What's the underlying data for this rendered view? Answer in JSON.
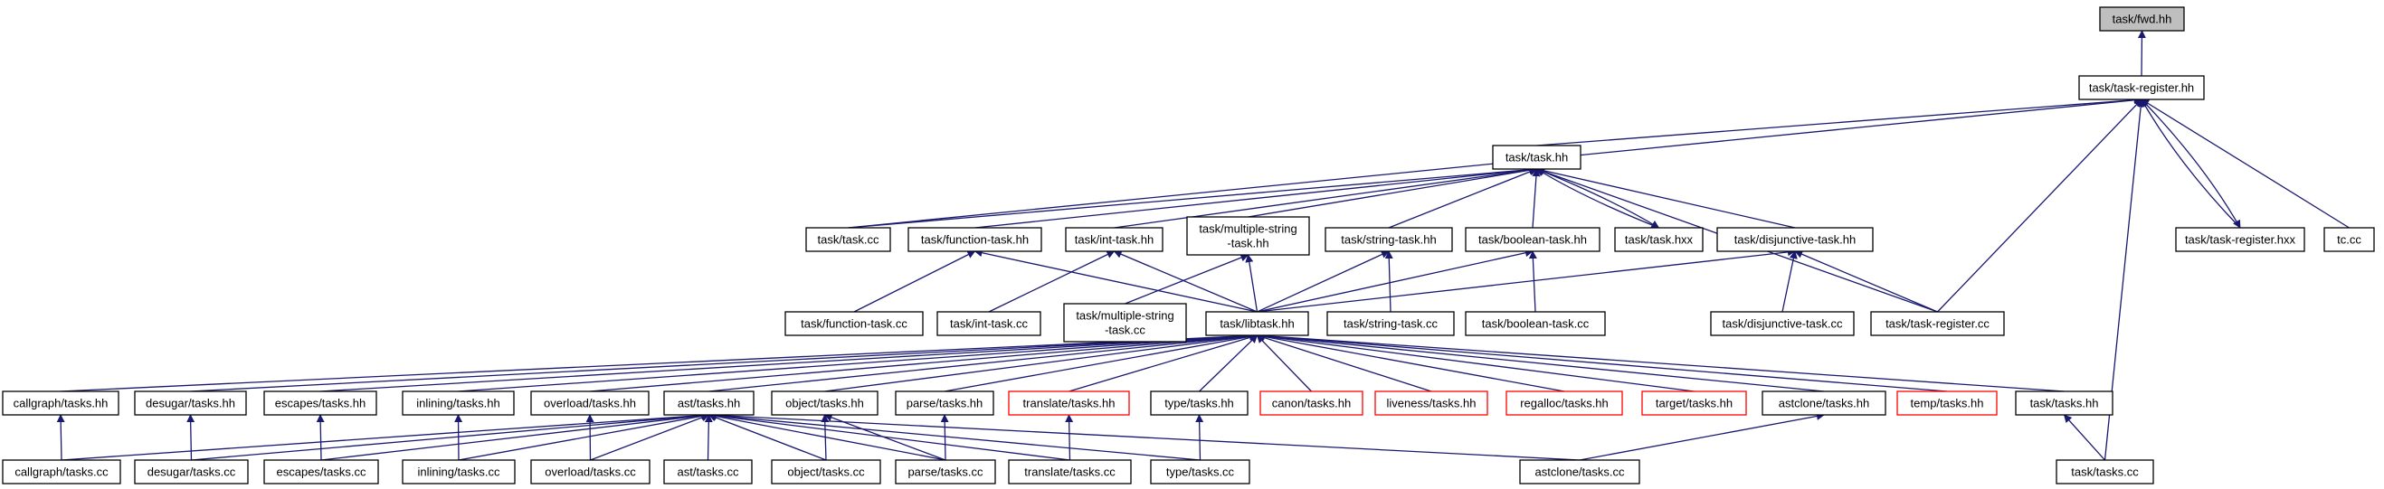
{
  "diagram": {
    "type": "include-dependency-graph",
    "edge_color": "#191970",
    "node_border": "#000000",
    "missing_node_border": "#ff0000",
    "root_fill": "#bfbfbf",
    "nodes": {
      "fwd": {
        "label": "task/fwd.hh"
      },
      "register_hh": {
        "label": "task/task-register.hh"
      },
      "task_hh": {
        "label": "task/task.hh"
      },
      "register_hxx": {
        "label": "task/task-register.hxx"
      },
      "tc": {
        "label": "tc.cc"
      },
      "task_cc": {
        "label": "task/task.cc"
      },
      "function_hh": {
        "label": "task/function-task.hh"
      },
      "int_hh": {
        "label": "task/int-task.hh"
      },
      "multi_hh": {
        "label": [
          "task/multiple-string",
          "-task.hh"
        ]
      },
      "string_hh": {
        "label": "task/string-task.hh"
      },
      "boolean_hh": {
        "label": "task/boolean-task.hh"
      },
      "task_hxx": {
        "label": "task/task.hxx"
      },
      "disj_hh": {
        "label": "task/disjunctive-task.hh"
      },
      "function_cc": {
        "label": "task/function-task.cc"
      },
      "int_cc": {
        "label": "task/int-task.cc"
      },
      "multi_cc": {
        "label": [
          "task/multiple-string",
          "-task.cc"
        ]
      },
      "libtask": {
        "label": "task/libtask.hh"
      },
      "string_cc": {
        "label": "task/string-task.cc"
      },
      "boolean_cc": {
        "label": "task/boolean-task.cc"
      },
      "disj_cc": {
        "label": "task/disjunctive-task.cc"
      },
      "register_cc": {
        "label": "task/task-register.cc"
      },
      "callgraph_hh": {
        "label": "callgraph/tasks.hh"
      },
      "desugar_hh": {
        "label": "desugar/tasks.hh"
      },
      "escapes_hh": {
        "label": "escapes/tasks.hh"
      },
      "inlining_hh": {
        "label": "inlining/tasks.hh"
      },
      "overload_hh": {
        "label": "overload/tasks.hh"
      },
      "ast_hh": {
        "label": "ast/tasks.hh"
      },
      "object_hh": {
        "label": "object/tasks.hh"
      },
      "parse_hh": {
        "label": "parse/tasks.hh"
      },
      "translate_hh": {
        "label": "translate/tasks.hh"
      },
      "type_hh": {
        "label": "type/tasks.hh"
      },
      "canon_hh": {
        "label": "canon/tasks.hh"
      },
      "liveness_hh": {
        "label": "liveness/tasks.hh"
      },
      "regalloc_hh": {
        "label": "regalloc/tasks.hh"
      },
      "target_hh": {
        "label": "target/tasks.hh"
      },
      "astclone_hh": {
        "label": "astclone/tasks.hh"
      },
      "temp_hh": {
        "label": "temp/tasks.hh"
      },
      "tasktasks_hh": {
        "label": "task/tasks.hh"
      },
      "callgraph_cc": {
        "label": "callgraph/tasks.cc"
      },
      "desugar_cc": {
        "label": "desugar/tasks.cc"
      },
      "escapes_cc": {
        "label": "escapes/tasks.cc"
      },
      "inlining_cc": {
        "label": "inlining/tasks.cc"
      },
      "overload_cc": {
        "label": "overload/tasks.cc"
      },
      "ast_cc": {
        "label": "ast/tasks.cc"
      },
      "object_cc": {
        "label": "object/tasks.cc"
      },
      "parse_cc": {
        "label": "parse/tasks.cc"
      },
      "translate_cc": {
        "label": "translate/tasks.cc"
      },
      "type_cc": {
        "label": "type/tasks.cc"
      },
      "astclone_cc": {
        "label": "astclone/tasks.cc"
      },
      "tasktasks_cc": {
        "label": "task/tasks.cc"
      }
    },
    "missing_nodes": [
      "translate_hh",
      "canon_hh",
      "liveness_hh",
      "regalloc_hh",
      "target_hh",
      "temp_hh"
    ],
    "root": "fwd",
    "edges": [
      [
        "register_hh",
        "fwd"
      ],
      [
        "task_hh",
        "register_hh"
      ],
      [
        "register_hxx",
        "register_hh"
      ],
      [
        "register_hh",
        "register_hxx"
      ],
      [
        "tc",
        "register_hh"
      ],
      [
        "task_cc",
        "register_hh"
      ],
      [
        "register_cc",
        "register_hh"
      ],
      [
        "tasktasks_cc",
        "register_hh"
      ],
      [
        "task_cc",
        "task_hh"
      ],
      [
        "function_hh",
        "task_hh"
      ],
      [
        "int_hh",
        "task_hh"
      ],
      [
        "multi_hh",
        "task_hh"
      ],
      [
        "string_hh",
        "task_hh"
      ],
      [
        "boolean_hh",
        "task_hh"
      ],
      [
        "task_hxx",
        "task_hh"
      ],
      [
        "task_hh",
        "task_hxx"
      ],
      [
        "disj_hh",
        "task_hh"
      ],
      [
        "register_cc",
        "task_hh"
      ],
      [
        "function_cc",
        "function_hh"
      ],
      [
        "int_cc",
        "int_hh"
      ],
      [
        "multi_cc",
        "multi_hh"
      ],
      [
        "string_cc",
        "string_hh"
      ],
      [
        "boolean_cc",
        "boolean_hh"
      ],
      [
        "disj_cc",
        "disj_hh"
      ],
      [
        "register_cc",
        "disj_hh"
      ],
      [
        "libtask",
        "function_hh"
      ],
      [
        "libtask",
        "int_hh"
      ],
      [
        "libtask",
        "multi_hh"
      ],
      [
        "libtask",
        "string_hh"
      ],
      [
        "libtask",
        "boolean_hh"
      ],
      [
        "libtask",
        "disj_hh"
      ],
      [
        "callgraph_hh",
        "libtask"
      ],
      [
        "desugar_hh",
        "libtask"
      ],
      [
        "escapes_hh",
        "libtask"
      ],
      [
        "inlining_hh",
        "libtask"
      ],
      [
        "overload_hh",
        "libtask"
      ],
      [
        "ast_hh",
        "libtask"
      ],
      [
        "object_hh",
        "libtask"
      ],
      [
        "parse_hh",
        "libtask"
      ],
      [
        "translate_hh",
        "libtask"
      ],
      [
        "type_hh",
        "libtask"
      ],
      [
        "canon_hh",
        "libtask"
      ],
      [
        "liveness_hh",
        "libtask"
      ],
      [
        "regalloc_hh",
        "libtask"
      ],
      [
        "target_hh",
        "libtask"
      ],
      [
        "astclone_hh",
        "libtask"
      ],
      [
        "temp_hh",
        "libtask"
      ],
      [
        "tasktasks_hh",
        "libtask"
      ],
      [
        "callgraph_cc",
        "callgraph_hh"
      ],
      [
        "desugar_cc",
        "desugar_hh"
      ],
      [
        "escapes_cc",
        "escapes_hh"
      ],
      [
        "inlining_cc",
        "inlining_hh"
      ],
      [
        "overload_cc",
        "overload_hh"
      ],
      [
        "object_cc",
        "object_hh"
      ],
      [
        "parse_cc",
        "object_hh"
      ],
      [
        "parse_cc",
        "parse_hh"
      ],
      [
        "translate_cc",
        "translate_hh"
      ],
      [
        "type_cc",
        "type_hh"
      ],
      [
        "astclone_cc",
        "astclone_hh"
      ],
      [
        "tasktasks_cc",
        "tasktasks_hh"
      ],
      [
        "callgraph_cc",
        "ast_hh"
      ],
      [
        "desugar_cc",
        "ast_hh"
      ],
      [
        "escapes_cc",
        "ast_hh"
      ],
      [
        "inlining_cc",
        "ast_hh"
      ],
      [
        "overload_cc",
        "ast_hh"
      ],
      [
        "ast_cc",
        "ast_hh"
      ],
      [
        "object_cc",
        "ast_hh"
      ],
      [
        "parse_cc",
        "ast_hh"
      ],
      [
        "translate_cc",
        "ast_hh"
      ],
      [
        "type_cc",
        "ast_hh"
      ],
      [
        "astclone_cc",
        "ast_hh"
      ]
    ]
  }
}
